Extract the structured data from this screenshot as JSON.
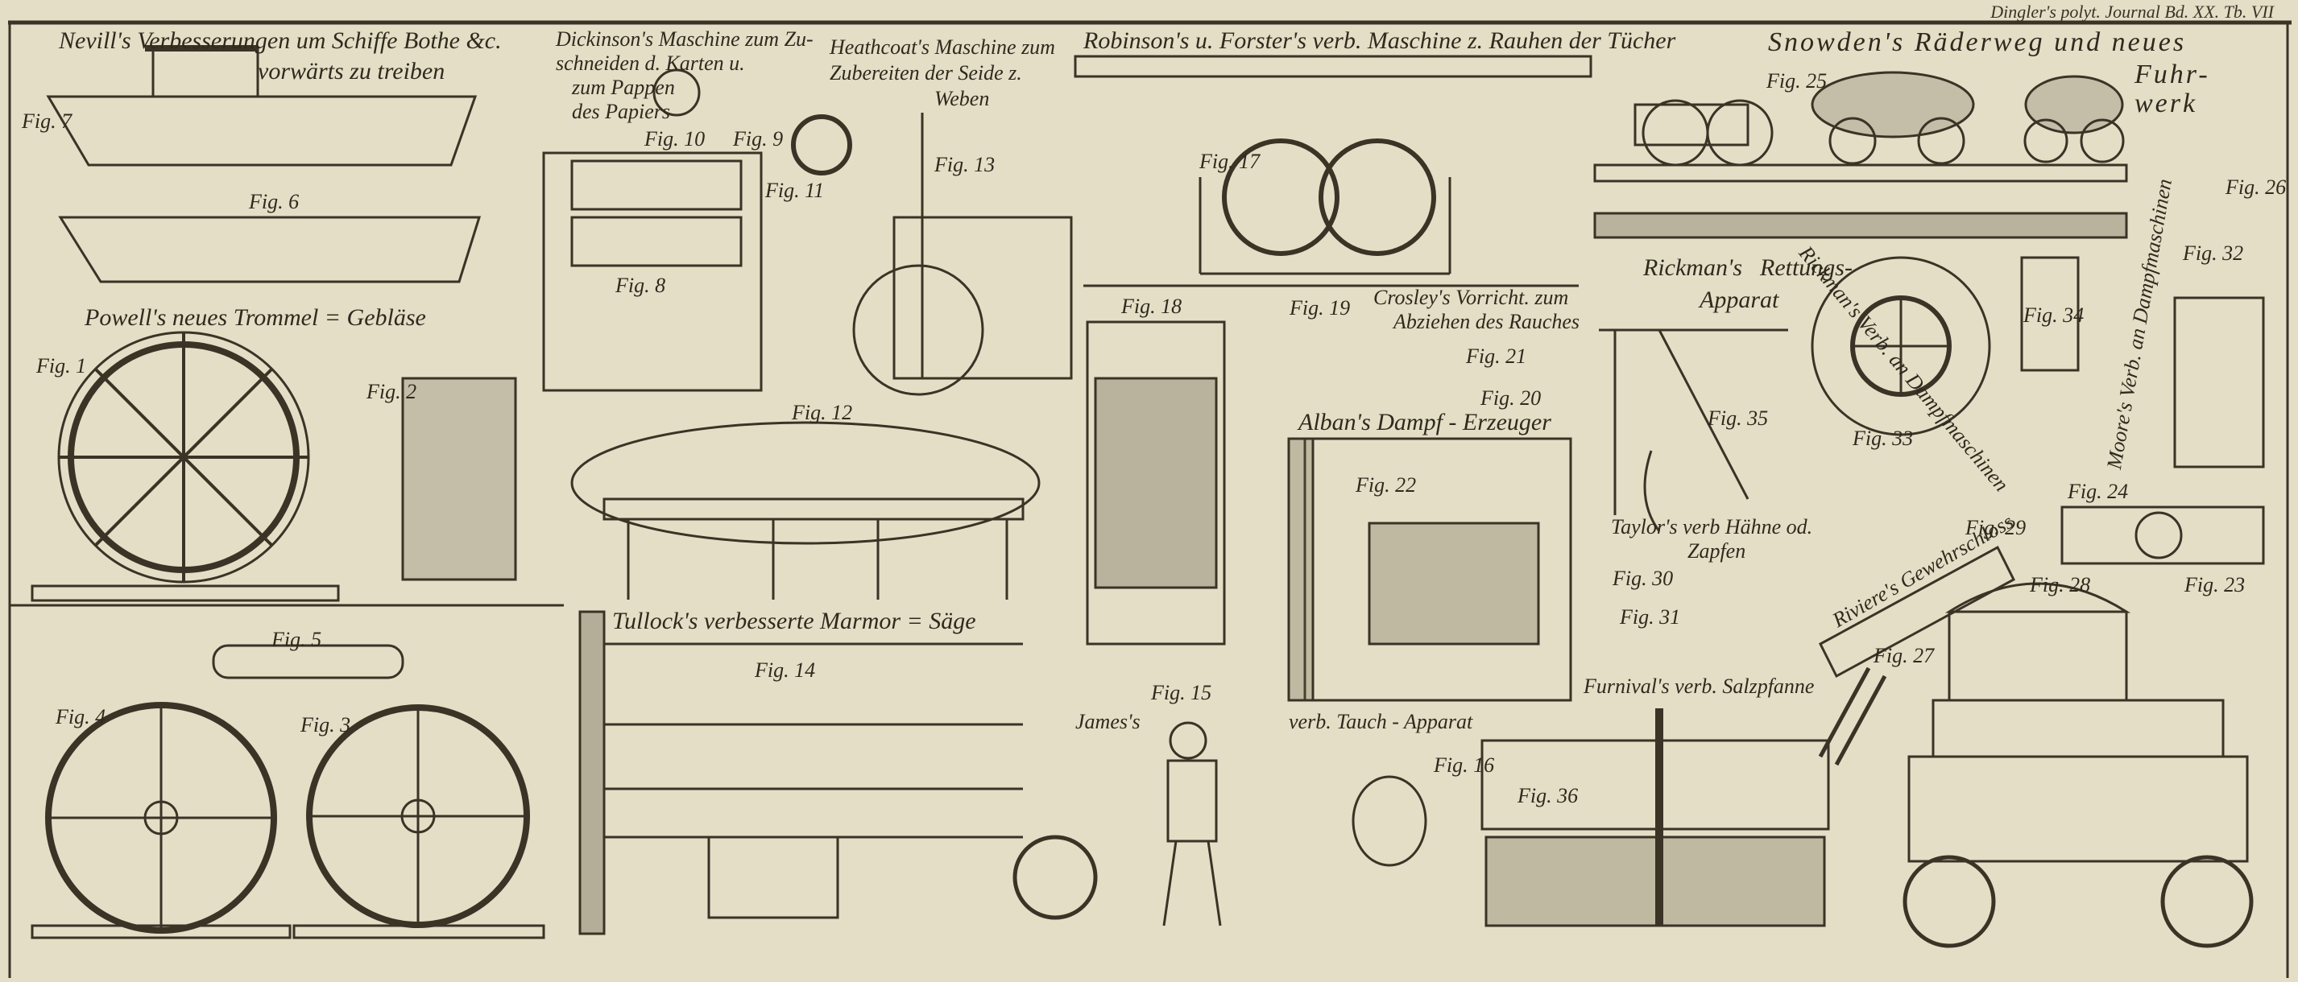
{
  "header": {
    "journal": "Dingler's polyt. Journal Bd. XX. Tb. VII"
  },
  "captions": {
    "nevill_1": "Nevill's Verbesserungen um Schiffe Bothe &c.",
    "nevill_2": "vorwärts zu treiben",
    "dickinson_1": "Dickinson's Maschine zum Zu-",
    "dickinson_2": "schneiden d. Karten u.",
    "dickinson_3": "zum Pappen",
    "dickinson_4": "des Papiers",
    "heathcoat_1": "Heathcoat's Maschine zum",
    "heathcoat_2": "Zubereiten der Seide z.",
    "heathcoat_3": "Weben",
    "robinson": "Robinson's u. Forster's verb. Maschine z. Rauhen der Tücher",
    "snowden_1": "Snowden's Räderweg und neues",
    "snowden_2": "Fuhr-",
    "snowden_3": "werk",
    "powell": "Powell's neues Trommel = Gebläse",
    "rickman_1": "Rickman's",
    "rickman_2": "Rettungs-",
    "rickman_3": "Apparat",
    "crosley_1": "Crosley's Vorricht. zum",
    "crosley_2": "Abziehen des Rauches",
    "alban": "Alban's Dampf - Erzeuger",
    "taylor_1": "Taylor's verb Hähne od.",
    "taylor_2": "Zapfen",
    "riviere": "Riviere's Gewehrschloss",
    "rickman_steam": "Rickman's Verb. an Dampfmaschinen",
    "moore": "Moore's Verb. an Dampfmaschinen",
    "tullock": "Tullock's verbesserte Marmor = Säge",
    "james_1": "James's",
    "james_2": "verb. Tauch - Apparat",
    "furnival": "Furnival's verb. Salzpfanne"
  },
  "figs": [
    "Fig. 7",
    "Fig. 6",
    "Fig. 1",
    "Fig. 2",
    "Fig. 5",
    "Fig. 4",
    "Fig. 3",
    "Fig. 10",
    "Fig. 9",
    "Fig. 8",
    "Fig. 11",
    "Fig. 13",
    "Fig. 12",
    "Fig. 17",
    "Fig. 18",
    "Fig. 19",
    "Fig. 21",
    "Fig. 20",
    "Fig. 22",
    "Fig. 14",
    "Fig. 15",
    "Fig. 16",
    "Fig. 36",
    "Fig. 25",
    "Fig. 26",
    "Fig. 32",
    "Fig. 34",
    "Fig. 33",
    "Fig. 35",
    "Fig. 24",
    "Fig. 29",
    "Fig. 30",
    "Fig. 31",
    "Fig. 23",
    "Fig. 28",
    "Fig. 27"
  ],
  "colors": {
    "paper": "#e4dec6",
    "ink": "#3a3326"
  }
}
